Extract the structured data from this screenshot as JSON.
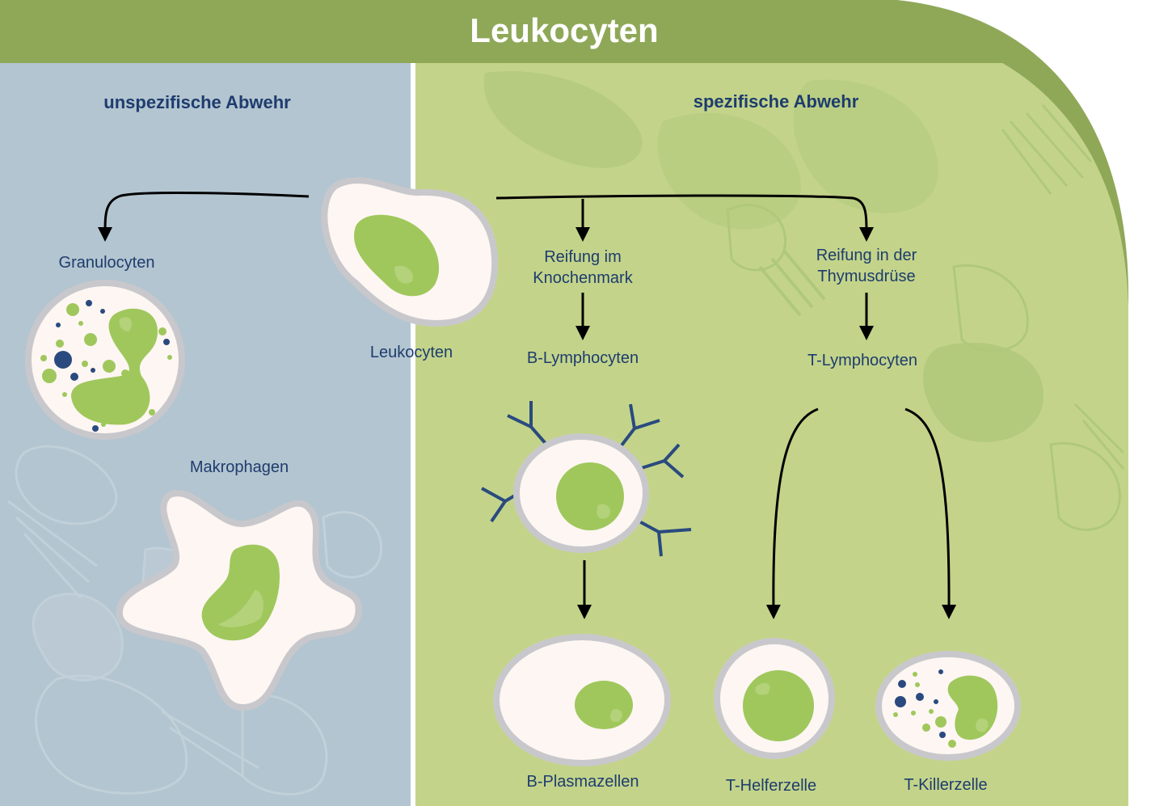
{
  "title": "Leukocyten",
  "sections": {
    "left": "unspezifische Abwehr",
    "right": "spezifische Abwehr"
  },
  "labels": {
    "leukocyten": "Leukocyten",
    "granulocyten": "Granulocyten",
    "makrophagen": "Makrophagen",
    "reifung_knochenmark": "Reifung im\nKnochenmark",
    "reifung_thymus": "Reifung in der\nThymusdrüse",
    "b_lymphocyten": "B-Lymphocyten",
    "t_lymphocyten": "T-Lymphocyten",
    "b_plasmazellen": "B-Plasmazellen",
    "t_helferzelle": "T-Helferzelle",
    "t_killerzelle": "T-Killerzelle"
  },
  "colors": {
    "banner": "#8fa858",
    "left_panel": "#b3c5d0",
    "right_panel": "#c3d48a",
    "cell_fill": "#fdf6f2",
    "cell_border": "#c8c8cc",
    "nucleus": "#a0c75c",
    "granule_dark": "#2a4a7f",
    "text": "#1e3c6e"
  }
}
